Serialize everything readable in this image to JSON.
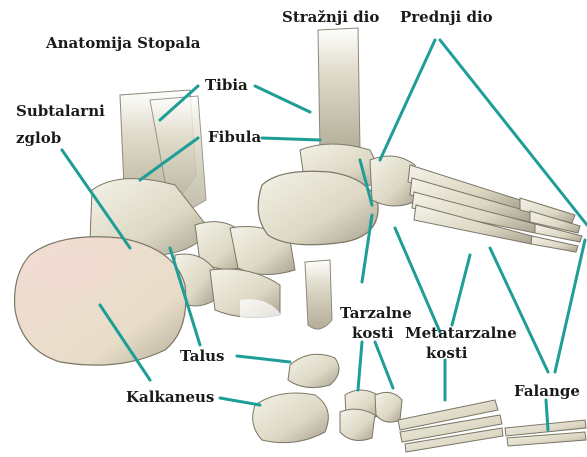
{
  "title": "Anatomija Stopala",
  "labels": {
    "straznji_dio": "Stražnji dio",
    "prednji_dio": "Prednji dio",
    "tibia": "Tibia",
    "fibula": "Fibula",
    "subtalarni": "Subtalarni",
    "zglob": "zglob",
    "tarzalne": "Tarzalne",
    "kosti_tarzalne": "kosti",
    "metatarzalne": "Metatarzalne",
    "kosti_metatarzalne": "kosti",
    "talus": "Talus",
    "kalkaneus": "Kalkaneus",
    "falange": "Falange"
  },
  "colors": {
    "bone": "#e7e3d2",
    "bone_shadow": "#9f9a86",
    "cartilage": "#efd6d0",
    "leader": "#1e9e96"
  }
}
